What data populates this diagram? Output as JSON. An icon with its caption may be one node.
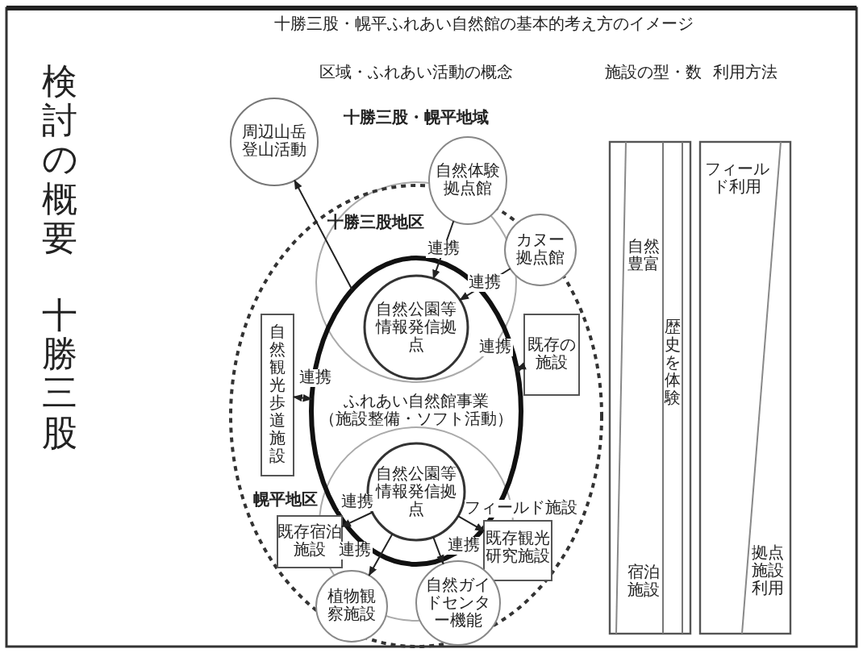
{
  "diagram": {
    "title": "十勝三股・幌平ふれあい自然館の基本的考え方のイメージ",
    "nodes": [
      {
        "text": [
          "周辺山岳登山活動"
        ]
      },
      {
        "text": [],
        "shape": "ellipse"
      },
      {
        "text": [
          "自然体験拠点館"
        ]
      },
      {
        "text": [
          "カヌー拠点館"
        ],
        "in": 1
      },
      {
        "text": [
          "ふれあい自然館事業",
          "（施設整備・ソフト活動）"
        ],
        "in": 1
      },
      {
        "text": [
          "自然公園等情報発信拠点"
        ],
        "in": 4
      },
      {
        "text": [
          "自然観光歩道施設"
        ],
        "in": 1
      },
      {
        "text": [
          "既存の施設"
        ],
        "in": 1
      },
      {
        "text": [
          "自然公園等情報発信拠点"
        ],
        "in": 4
      },
      {
        "text": [
          "既存宿泊施設"
        ],
        "in": 1
      },
      {
        "text": [
          "フィールド施設",
          "既存観光研究施設"
        ],
        "in": 1
      },
      {
        "text": [
          "植物観察施設"
        ],
        "in": 1
      },
      {
        "text": [
          "自然ガイドセンター機能"
        ],
        "in": 1
      },
      {
        "text": [
          "自然豊富",
          "歴史を体験",
          "宿泊施設"
        ]
      },
      {
        "text": [
          "フィールド利用",
          "拠点施設利用"
        ]
      }
    ],
    "edges": [
      {
        "from": 4,
        "to": 0,
        "arrow": "to"
      },
      {
        "from": 2,
        "to": 5,
        "arrow": "to",
        "label": "連携"
      },
      {
        "from": 3,
        "to": 5,
        "arrow": "to",
        "label": "連携"
      },
      {
        "from": 6,
        "to": 4,
        "arrow": "both",
        "label": "連携"
      },
      {
        "from": 7,
        "to": 4,
        "arrow": "both",
        "label": "連携"
      },
      {
        "from": 8,
        "to": 9,
        "arrow": "to",
        "label": "連携"
      },
      {
        "from": 8,
        "to": 10,
        "arrow": "to"
      },
      {
        "from": 8,
        "to": 11,
        "arrow": "to",
        "label": "連携"
      },
      {
        "from": 8,
        "to": 12,
        "arrow": "to",
        "label": "連携"
      }
    ],
    "labels": [
      "検討の概要",
      "十勝三股",
      "区域・ふれあい活動の概念",
      "施設の型・数",
      "利用方法",
      "十勝三股・幌平地域",
      "十勝三股地区",
      "幌平地区"
    ]
  }
}
